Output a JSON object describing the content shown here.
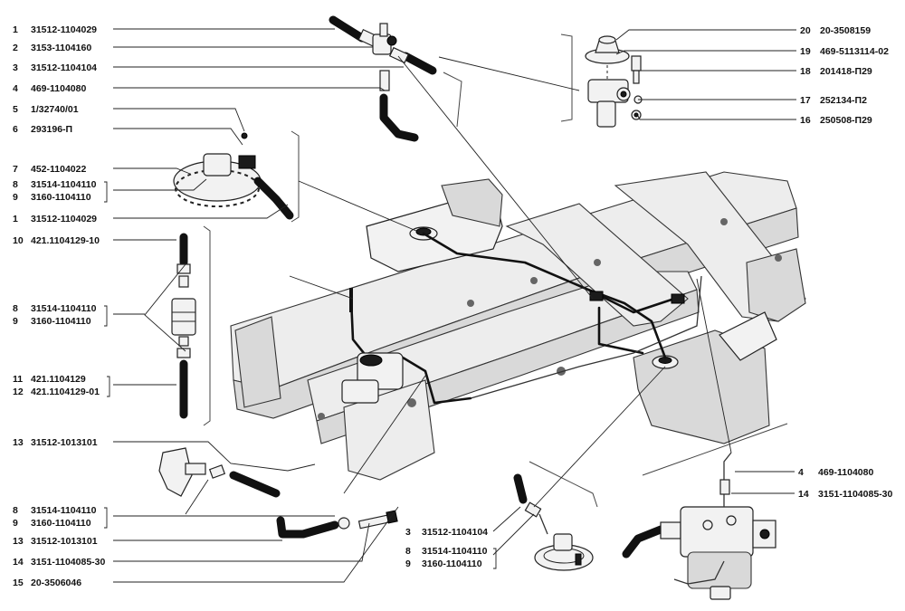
{
  "callouts": [
    {
      "num": "1",
      "code": "31512-1104029"
    },
    {
      "num": "2",
      "code": "3153-1104160"
    },
    {
      "num": "3",
      "code": "31512-1104104"
    },
    {
      "num": "4",
      "code": "469-1104080"
    },
    {
      "num": "5",
      "code": "1/32740/01"
    },
    {
      "num": "6",
      "code": "293196-П"
    },
    {
      "num": "7",
      "code": "452-1104022"
    },
    {
      "num": "8",
      "code": "31514-1104110"
    },
    {
      "num": "9",
      "code": "3160-1104110"
    },
    {
      "num": "1",
      "code": "31512-1104029"
    },
    {
      "num": "10",
      "code": "421.1104129-10"
    },
    {
      "num": "8",
      "code": "31514-1104110"
    },
    {
      "num": "9",
      "code": "3160-1104110"
    },
    {
      "num": "11",
      "code": "421.1104129"
    },
    {
      "num": "12",
      "code": "421.1104129-01"
    },
    {
      "num": "13",
      "code": "31512-1013101"
    },
    {
      "num": "8",
      "code": "31514-1104110"
    },
    {
      "num": "9",
      "code": "3160-1104110"
    },
    {
      "num": "13",
      "code": "31512-1013101"
    },
    {
      "num": "14",
      "code": "3151-1104085-30"
    },
    {
      "num": "15",
      "code": "20-3506046"
    },
    {
      "num": "20",
      "code": "20-3508159"
    },
    {
      "num": "19",
      "code": "469-5113114-02"
    },
    {
      "num": "18",
      "code": "201418-П29"
    },
    {
      "num": "17",
      "code": "252134-П2"
    },
    {
      "num": "16",
      "code": "250508-П29"
    },
    {
      "num": "3",
      "code": "31512-1104104"
    },
    {
      "num": "8",
      "code": "31514-1104110"
    },
    {
      "num": "9",
      "code": "3160-1104110"
    },
    {
      "num": "4",
      "code": "469-1104080"
    },
    {
      "num": "14",
      "code": "3151-1104085-30"
    }
  ]
}
